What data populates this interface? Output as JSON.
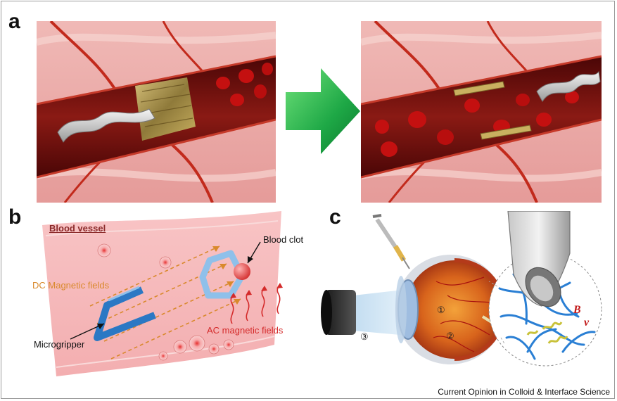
{
  "figure": {
    "footer": "Current Opinion in Colloid & Interface Science"
  },
  "panel_a": {
    "letter": "a"
  },
  "panel_b": {
    "letter": "b",
    "vessel_label": "Blood vessel",
    "clot_label": "Blood clot",
    "dc_label": "DC Magnetic fields",
    "ac_label": "AC magnetic fields",
    "gripper_label": "Microgripper"
  },
  "panel_c": {
    "letter": "c",
    "marker_1": "①",
    "marker_2": "②",
    "marker_3": "③",
    "symbol_B": "B",
    "symbol_v": "v"
  },
  "colors": {
    "tissue": "#e8a7a6",
    "lumen": "#7a1414",
    "rbc": "#c41010",
    "arrow": "#22b24c",
    "vessel_panel": "#f7b9bb",
    "dc_field": "#d9892c",
    "ac_field": "#d42a2a",
    "gripper": "#2b78c4",
    "retina_vessel": "#2a7fd4"
  }
}
